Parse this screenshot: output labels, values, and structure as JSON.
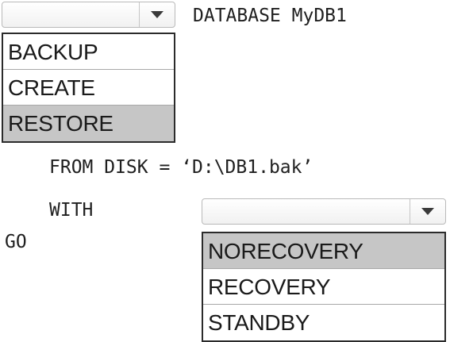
{
  "code": {
    "database_line": "DATABASE MyDB1",
    "from_line": "FROM DISK = ‘D:\\DB1.bak’",
    "with_line": "WITH",
    "go_line": "GO"
  },
  "dropdown_action": {
    "selected_value": "",
    "arrow_icon": "triangle-down-icon",
    "options": [
      {
        "label": "BACKUP",
        "selected": false
      },
      {
        "label": "CREATE",
        "selected": false
      },
      {
        "label": "RESTORE",
        "selected": true
      }
    ]
  },
  "dropdown_option": {
    "selected_value": "",
    "arrow_icon": "triangle-down-icon",
    "options": [
      {
        "label": "NORECOVERY",
        "selected": true
      },
      {
        "label": "RECOVERY",
        "selected": false
      },
      {
        "label": "STANDBY",
        "selected": false
      }
    ]
  },
  "colors": {
    "highlight": "#c6c6c6",
    "list_border": "#2b2b2b",
    "text": "#1f1f1f"
  }
}
